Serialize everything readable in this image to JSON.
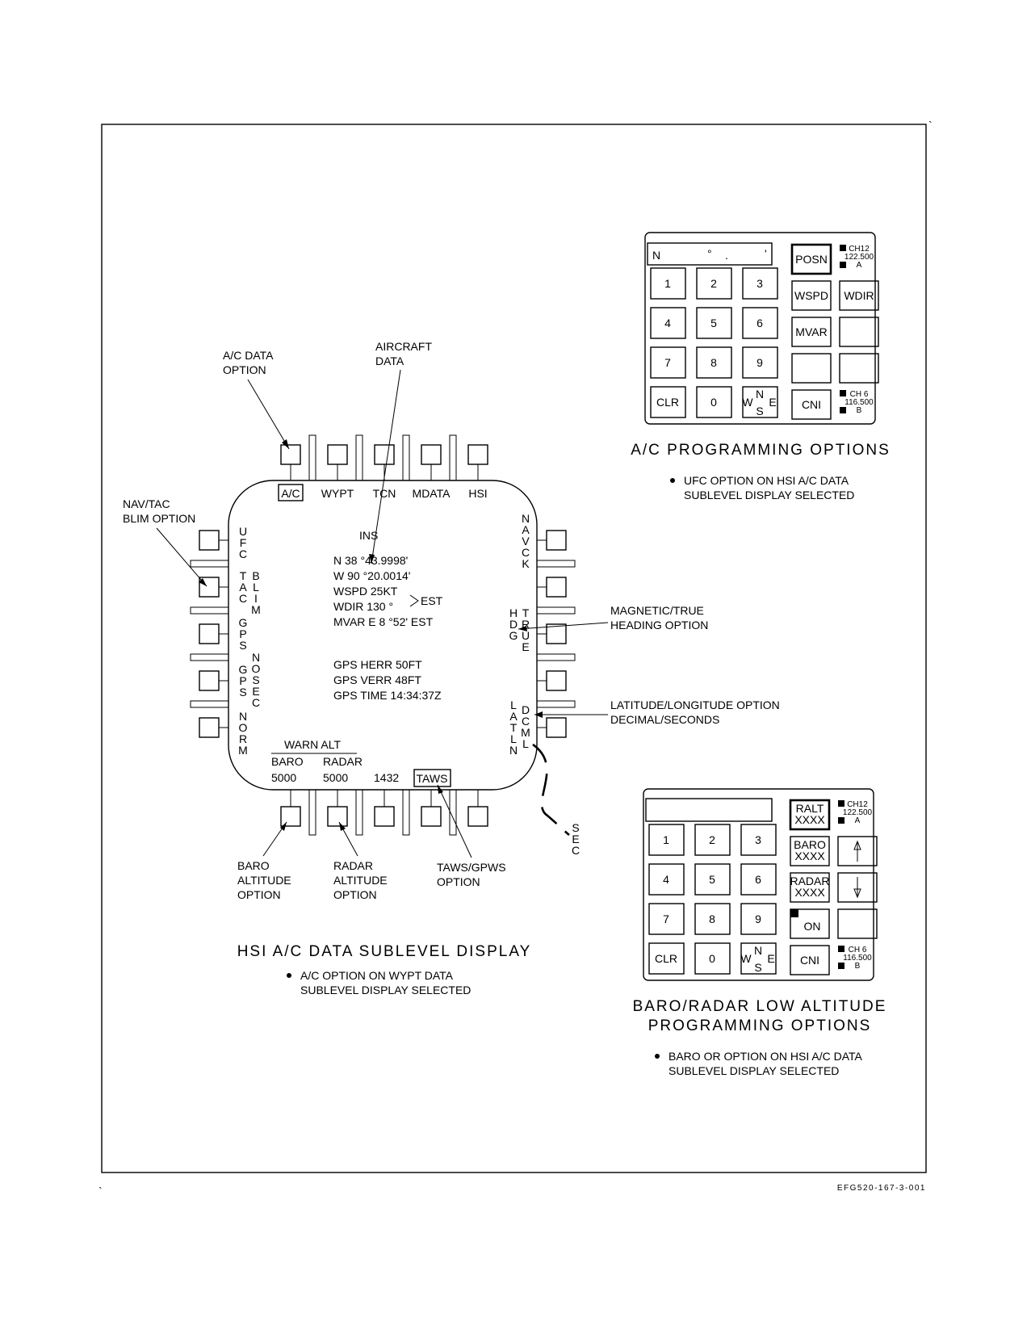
{
  "hsi": {
    "top_options": [
      "A/C",
      "WYPT",
      "TCN",
      "MDATA",
      "HSI"
    ],
    "left_labels": [
      {
        "key": "ufc",
        "chars": [
          "U",
          "F",
          "C"
        ]
      },
      {
        "key": "tac",
        "chars": [
          "T",
          "A",
          "C"
        ]
      },
      {
        "key": "blim",
        "chars": [
          "B",
          "L",
          "I",
          "M"
        ]
      },
      {
        "key": "gps1",
        "chars": [
          "G",
          "P",
          "S"
        ]
      },
      {
        "key": "gps2",
        "chars": [
          "G",
          "P",
          "S"
        ]
      },
      {
        "key": "nosec",
        "chars": [
          "N",
          "O",
          "S",
          "E",
          "C"
        ]
      },
      {
        "key": "norm",
        "chars": [
          "N",
          "O",
          "R",
          "M"
        ]
      }
    ],
    "right_labels": [
      {
        "key": "navck",
        "chars": [
          "N",
          "A",
          "V",
          "C",
          "K"
        ]
      },
      {
        "key": "hdg",
        "chars": [
          "H",
          "D",
          "G"
        ]
      },
      {
        "key": "true",
        "chars": [
          "T",
          "R",
          "U",
          "E"
        ]
      },
      {
        "key": "latln",
        "chars": [
          "L",
          "A",
          "T",
          "L",
          "N"
        ]
      },
      {
        "key": "dcml",
        "chars": [
          "D",
          "C",
          "M",
          "L"
        ]
      }
    ],
    "ins": "INS",
    "lat": "N 38 °43.9998'",
    "lon": "W 90 °20.0014'",
    "wspd": "WSPD  25KT",
    "wdir": "WDIR  130 °",
    "est": "EST",
    "mvar": "MVAR E 8 °52'  EST",
    "gps_herr": "GPS HERR 50FT",
    "gps_verr": "GPS VERR 48FT",
    "gps_time": "GPS TIME 14:34:37Z",
    "warn_alt": "WARN ALT",
    "baro": "BARO",
    "radar": "RADAR",
    "baro_value": "5000",
    "radar_value": "5000",
    "value_1432": "1432",
    "taws": "TAWS",
    "sec_chars": [
      "S",
      "E",
      "C"
    ]
  },
  "callouts": {
    "ac_data_option": [
      "A/C DATA",
      "OPTION"
    ],
    "aircraft_data": [
      "AIRCRAFT",
      "DATA"
    ],
    "navtac_blim": [
      "NAV/TAC",
      "BLIM OPTION"
    ],
    "mag_true": [
      "MAGNETIC/TRUE",
      "HEADING OPTION"
    ],
    "latlong": [
      "LATITUDE/LONGITUDE OPTION",
      "DECIMAL/SECONDS"
    ],
    "baro_alt": [
      "BARO",
      "ALTITUDE",
      "OPTION"
    ],
    "radar_alt": [
      "RADAR",
      "ALTITUDE",
      "OPTION"
    ],
    "taws_gpws": [
      "TAWS/GPWS",
      "OPTION"
    ]
  },
  "hsi_caption": {
    "title": "HSI A/C DATA SUBLEVEL DISPLAY",
    "bullet": [
      "A/C OPTION ON WYPT DATA",
      "SUBLEVEL DISPLAY SELECTED"
    ]
  },
  "ufc1": {
    "scratchpad_n": "N",
    "scratchpad_deg": "°",
    "scratchpad_dot": ".",
    "scratchpad_min": "'",
    "keys": [
      "1",
      "2",
      "3",
      "4",
      "5",
      "6",
      "7",
      "8",
      "9",
      "CLR",
      "0"
    ],
    "compass": {
      "n": "N",
      "w": "W",
      "s": "S",
      "e": "E"
    },
    "options": [
      "POSN",
      "WSPD",
      "WDIR",
      "MVAR",
      "",
      "",
      "",
      ""
    ],
    "cni": "CNI",
    "ch_top": [
      "CH12",
      "122.500",
      "A"
    ],
    "ch_bot": [
      "CH 6",
      "116.500",
      "B"
    ]
  },
  "ufc1_caption": {
    "title": "A/C PROGRAMMING OPTIONS",
    "bullet": [
      "UFC OPTION ON HSI A/C DATA",
      "SUBLEVEL DISPLAY SELECTED"
    ]
  },
  "ufc2": {
    "keys": [
      "1",
      "2",
      "3",
      "4",
      "5",
      "6",
      "7",
      "8",
      "9",
      "CLR",
      "0"
    ],
    "compass": {
      "n": "N",
      "w": "W",
      "s": "S",
      "e": "E"
    },
    "ralt": [
      "RALT",
      "XXXX"
    ],
    "baro": [
      "BARO",
      "XXXX"
    ],
    "radar": [
      "RADAR",
      "XXXX"
    ],
    "on": "ON",
    "cni": "CNI",
    "ch_top": [
      "CH12",
      "122.500",
      "A"
    ],
    "ch_bot": [
      "CH 6",
      "116.500",
      "B"
    ]
  },
  "ufc2_caption": {
    "title": [
      "BARO/RADAR LOW ALTITUDE",
      "PROGRAMMING OPTIONS"
    ],
    "bullet": [
      "BARO OR OPTION ON HSI A/C DATA",
      "SUBLEVEL DISPLAY SELECTED"
    ]
  },
  "figure_id": "EFG520-167-3-001",
  "marks": [
    "`",
    "`"
  ]
}
